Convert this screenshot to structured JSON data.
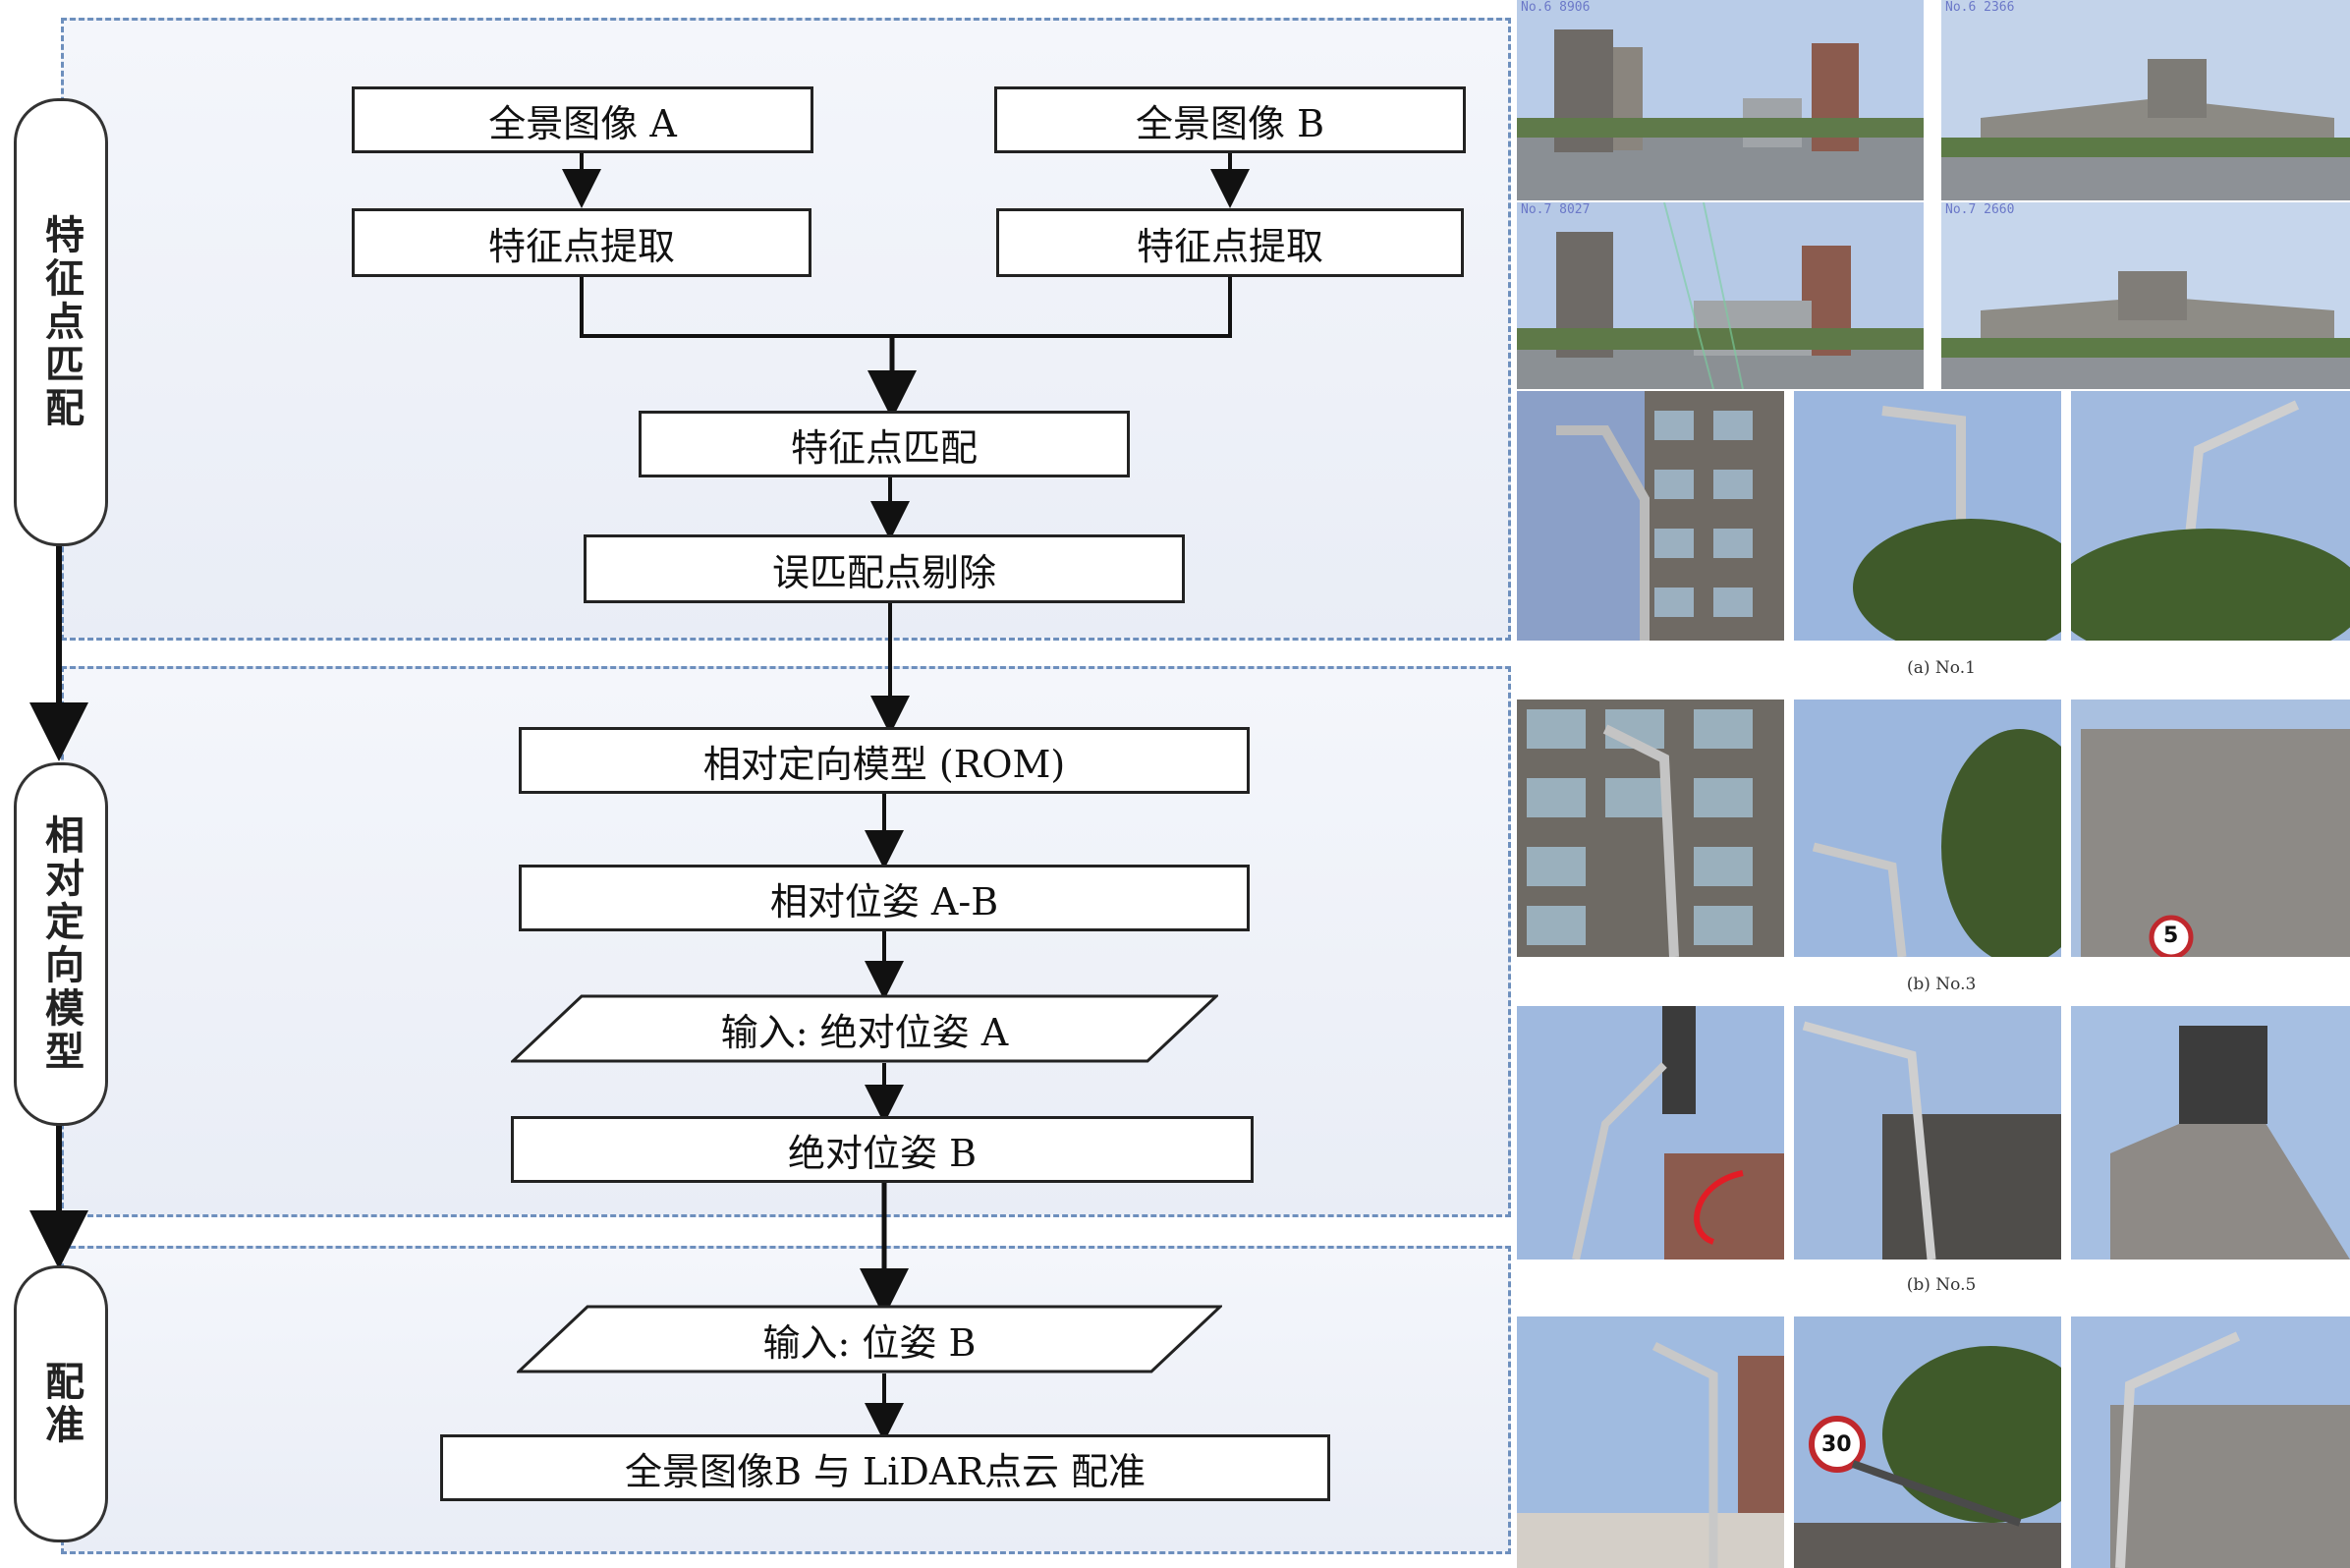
{
  "stages": {
    "matching": "特征点匹配",
    "rom": "相对定向模型",
    "registration": "配准"
  },
  "boxes": {
    "pano_a": "全景图像 A",
    "pano_b": "全景图像 B",
    "extract_a": "特征点提取",
    "extract_b": "特征点提取",
    "match": "特征点匹配",
    "reject": "误匹配点剔除",
    "rom_model": "相对定向模型 (ROM)",
    "rel_pose": "相对位姿 A-B",
    "input_abs": "输入: 绝对位姿 A",
    "abs_b": "绝对位姿 B",
    "input_pose": "输入: 位姿 B",
    "register": "全景图像B 与 LiDAR点云 配准"
  },
  "panoramas": {
    "top_left": "No.6 8906",
    "mid_left": "No.7 8027",
    "top_right": "No.6 2366",
    "mid_right": "No.7 2660"
  },
  "captions": {
    "c1": "(a) No.1",
    "c2": "(b) No.3",
    "c3": "(b) No.5"
  },
  "signs": {
    "speed_small": "5",
    "speed_large": "30"
  },
  "colors": {
    "band_border": "#6d8fbd",
    "band_fill": "#eef1f8",
    "sky": "#9fb8e0"
  }
}
